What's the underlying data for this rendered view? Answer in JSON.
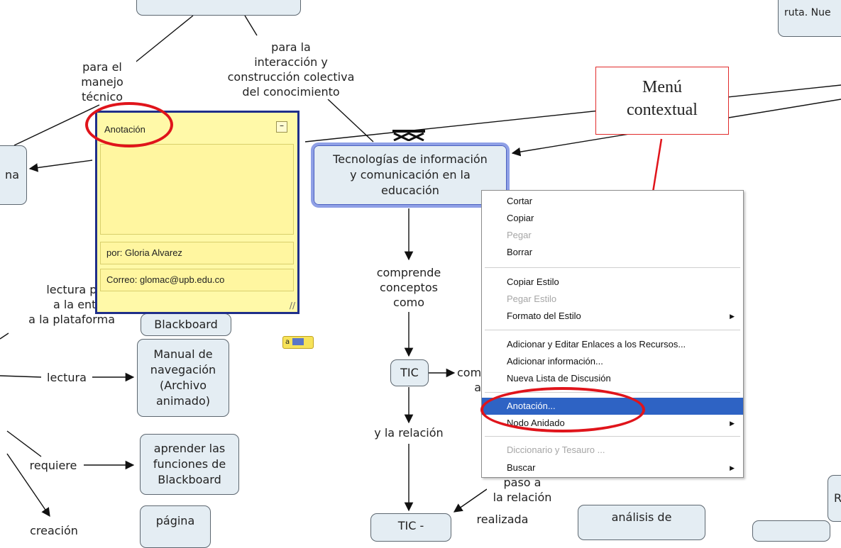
{
  "annotation": {
    "title": "Anotación",
    "author": "por: Gloria Alvarez",
    "email": "Correo: glomac@upb.edu.co"
  },
  "nodes": {
    "tecnologias": "Tecnologías de información\ny comunicación en la\neducación",
    "left_partial": "na",
    "blackboard": "Blackboard",
    "manual": "Manual de\nnavegación\n(Archivo\nanimado)",
    "aprender": "aprender las\nfunciones de\nBlackboard",
    "pagina": "página",
    "tic": "TIC",
    "tic_bottom": "TIC -",
    "analisis": "análisis de",
    "top_right": "ruta. Nue",
    "right_edge": "R"
  },
  "labels": {
    "para_el_manejo": "para el\nmanejo\ntécnico",
    "para_la_interaccion": "para la\ninteracción y\nconstrucción colectiva\ndel conocimiento",
    "comprende": "comprende\nconceptos\ncomo",
    "lectura_previa": "lectura prev\na la entrad\na la plataforma",
    "lectura": "lectura",
    "requiere": "requiere",
    "y_la_relacion": "y la relación",
    "paso": "paso a\nla relación",
    "realizada": "realizada",
    "creacion": "creación",
    "com": "com\na"
  },
  "callout": "Menú\ncontextual",
  "menu": {
    "items": [
      {
        "label": "Cortar"
      },
      {
        "label": "Copiar"
      },
      {
        "label": "Pegar",
        "disabled": true
      },
      {
        "label": "Borrar"
      },
      {
        "label": "Copiar Estilo"
      },
      {
        "label": "Pegar Estilo",
        "disabled": true
      },
      {
        "label": "Formato del Estilo",
        "submenu": true
      },
      {
        "label": "Adicionar y Editar Enlaces a los Recursos..."
      },
      {
        "label": "Adicionar información..."
      },
      {
        "label": "Nueva Lista de Discusión"
      },
      {
        "label": "Anotación...",
        "highlighted": true
      },
      {
        "label": "Nodo Anidado",
        "submenu": true
      },
      {
        "label": "Diccionario y Tesauro ...",
        "disabled": true
      },
      {
        "label": "Buscar",
        "submenu": true
      }
    ]
  },
  "colors": {
    "highlight": "#2e63c4",
    "annotation_bg": "#fff9a8",
    "annotation_border": "#1f2f8a",
    "callout_red": "#e0141b",
    "node_fill": "#e4edf3"
  },
  "icons": {
    "note_icon": "annotation-note-icon",
    "minimize": "minimize-icon",
    "resize": "resize-grip-icon",
    "collapse": "collapse-arrows-icon",
    "submenu": "submenu-arrow-icon"
  }
}
